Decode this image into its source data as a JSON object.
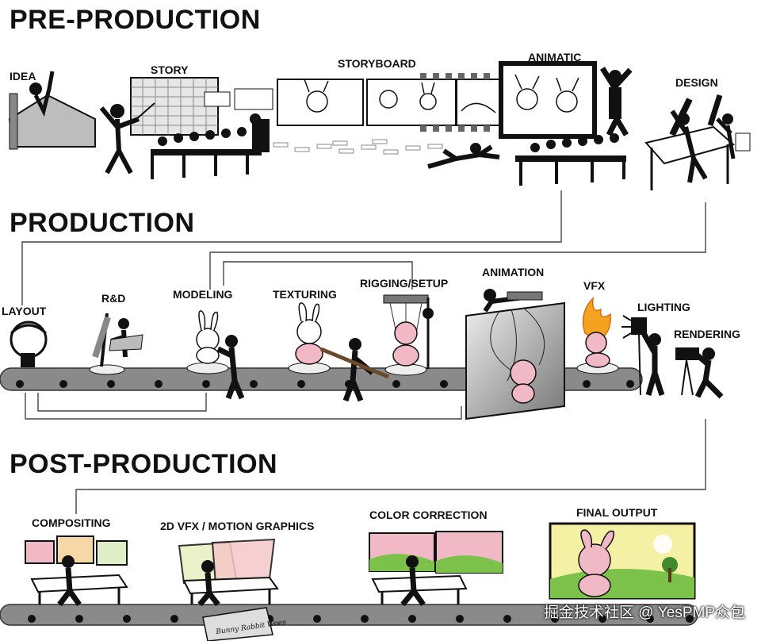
{
  "sections": {
    "pre": "PRE-PRODUCTION",
    "production": "PRODUCTION",
    "post": "POST-PRODUCTION"
  },
  "pre_steps": {
    "idea": "IDEA",
    "story": "STORY",
    "storyboard": "STORYBOARD",
    "animatic": "ANIMATIC",
    "design": "DESIGN"
  },
  "production_steps": {
    "layout": "LAYOUT",
    "rnd": "R&D",
    "modeling": "MODELING",
    "texturing": "TEXTURING",
    "rigging": "RIGGING/SETUP",
    "animation": "ANIMATION",
    "vfx": "VFX",
    "lighting": "LIGHTING",
    "rendering": "RENDERING"
  },
  "post_steps": {
    "compositing": "COMPOSITING",
    "motion": "2D VFX / MOTION GRAPHICS",
    "color": "COLOR CORRECTION",
    "final": "FINAL OUTPUT"
  },
  "sign_text": "Bunny Rabbit Woes",
  "watermark": "掘金技术社区 @ YesPMP众包",
  "colors": {
    "ink": "#111111",
    "belt": "#8a8a8a",
    "pink": "#f1b8c6",
    "sky": "#f4f1a4",
    "grass": "#7cc24a",
    "fire": "#f4a21f"
  }
}
